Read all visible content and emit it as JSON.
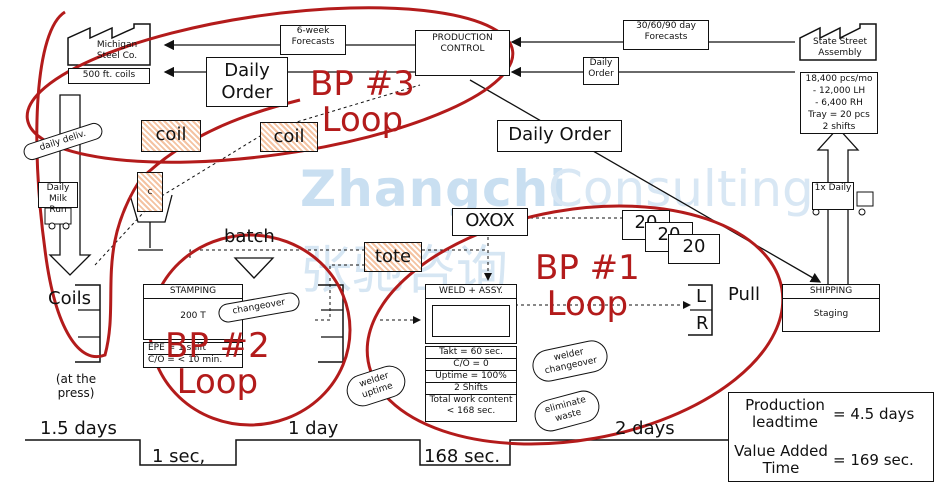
{
  "watermark": {
    "latin_a": "Zhangchi",
    "latin_b": "Consulting",
    "cjk": "张驰咨询"
  },
  "supplier": {
    "name": "Michigan Steel Co.",
    "note": "500 ft. coils"
  },
  "customer": {
    "name": "State Street Assembly",
    "demand": [
      "18,400 pcs/mo",
      "- 12,000 LH",
      "- 6,400 RH",
      "Tray = 20 pcs",
      "2 shifts"
    ]
  },
  "production_control": {
    "title": "PRODUCTION CONTROL"
  },
  "info_flows": {
    "forecast_supplier": "6-week Forecasts",
    "forecast_customer": "30/60/90 day Forecasts",
    "daily_order_customer": "Daily Order",
    "daily_order_supplier": "Daily Order",
    "daily_order_shipping": "Daily Order"
  },
  "transport": {
    "daily_deliv": "daily deliv.",
    "milk_run": "Daily Milk Run",
    "ship_freq": "1x Daily"
  },
  "kanban": {
    "coil_a": "coil",
    "coil_b": "coil",
    "tote": "tote",
    "kanban_post": "c"
  },
  "oxox": "OXOX",
  "batch": "batch",
  "pull_cards": [
    "20",
    "20",
    "20"
  ],
  "supermarket": {
    "coils_label": "Coils",
    "at_press": "(at the press)",
    "L": "L",
    "R": "R",
    "pull": "Pull"
  },
  "stamping": {
    "title": "STAMPING",
    "tonnage": "200 T",
    "rows": [
      "EPE = 1 shift",
      "C/O = < 10 min."
    ]
  },
  "weld": {
    "title": "WELD + ASSY.",
    "rows": [
      "Takt = 60 sec.",
      "C/O = 0",
      "Uptime = 100%",
      "2 Shifts",
      "Total work content < 168 sec."
    ]
  },
  "shipping": {
    "title": "SHIPPING",
    "staging": "Staging"
  },
  "kaizen": {
    "changeover": "changeover",
    "welder_changeover": "welder changeover",
    "welder_uptime": "welder uptime",
    "eliminate_waste": "eliminate waste"
  },
  "loops": {
    "bp1": [
      "BP #1",
      "Loop"
    ],
    "bp2": [
      "BP #2",
      "Loop"
    ],
    "bp3": [
      "BP #3",
      "Loop"
    ]
  },
  "timeline": {
    "lt1": "1.5 days",
    "lt2": "1 day",
    "lt3": "2 days",
    "va1": "1 sec,",
    "va2": "168 sec."
  },
  "summary": {
    "lead_label": "Production leadtime",
    "lead_value": "= 4.5 days",
    "va_label": "Value Added Time",
    "va_value": "= 169 sec."
  }
}
